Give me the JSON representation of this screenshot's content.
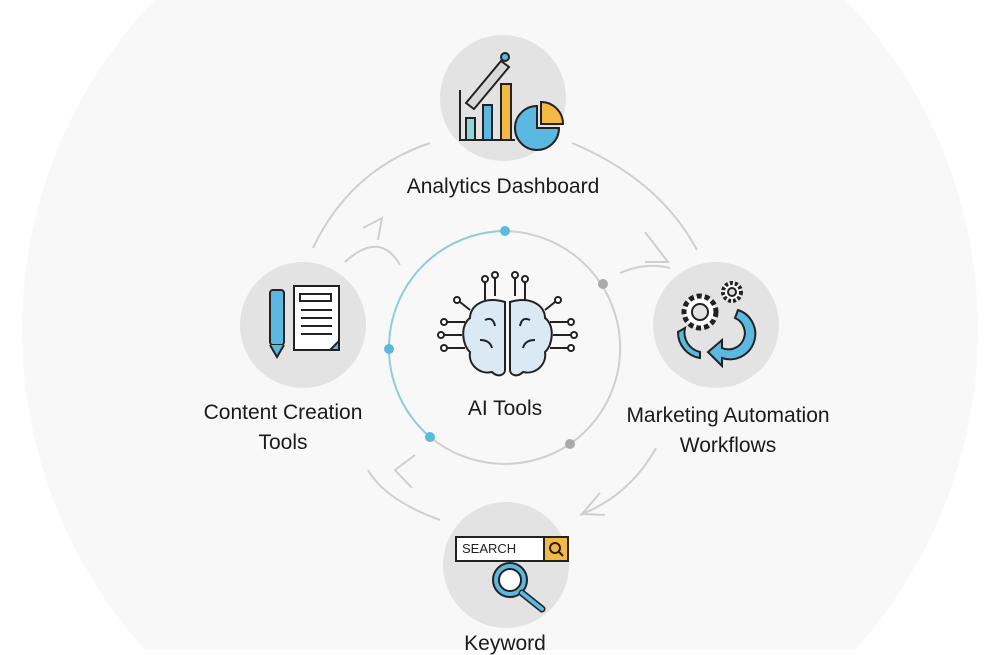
{
  "center": {
    "label": "AI Tools",
    "icon": "brain-circuit-icon"
  },
  "nodes": [
    {
      "id": "analytics",
      "label": "Analytics Dashboard",
      "icon": "chart-pen-icon"
    },
    {
      "id": "automation",
      "label_line1": "Marketing Automation",
      "label_line2": "Workflows",
      "icon": "gears-cycle-icon"
    },
    {
      "id": "keyword",
      "label": "Keyword",
      "search_text": "SEARCH",
      "icon": "search-magnifier-icon"
    },
    {
      "id": "content",
      "label_line1": "Content Creation",
      "label_line2": "Tools",
      "icon": "pen-document-icon"
    }
  ],
  "colors": {
    "accent_blue": "#5bb8e0",
    "accent_orange": "#f4b942",
    "node_bg": "#e3e3e3",
    "line_gray": "#c8c8c8"
  }
}
